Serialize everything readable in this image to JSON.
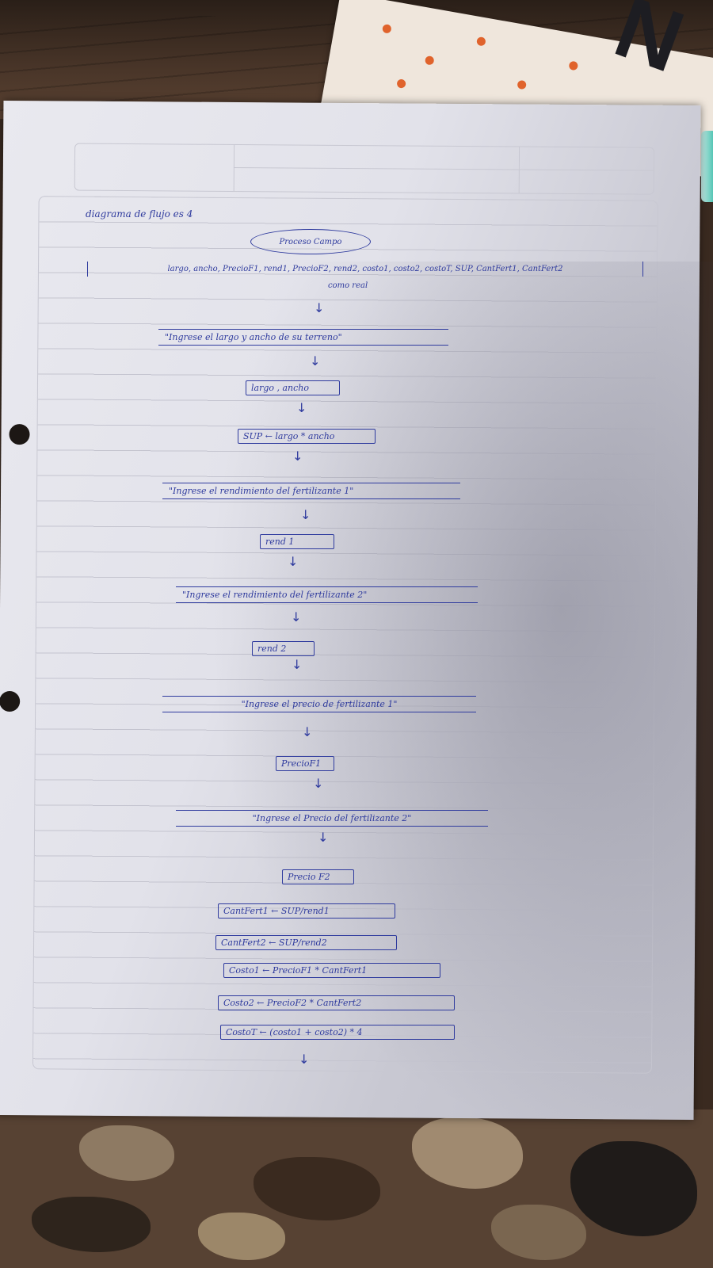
{
  "note": {
    "heading": "diagrama de flujo es 4",
    "start_oval": "Proceso Campo",
    "declaration": "largo, ancho, PrecioF1, rend1, PrecioF2, rend2, costo1, costo2, costoT, SUP, CantFert1, CantFert2",
    "declaration_type": "como real",
    "steps": [
      {
        "kind": "output",
        "text": "\"Ingrese el largo y ancho de su terreno\""
      },
      {
        "kind": "input",
        "text": "largo , ancho"
      },
      {
        "kind": "process",
        "text": "SUP ← largo * ancho"
      },
      {
        "kind": "output",
        "text": "\"Ingrese el rendimiento del fertilizante 1\""
      },
      {
        "kind": "input",
        "text": "rend 1"
      },
      {
        "kind": "output",
        "text": "\"Ingrese el rendimiento del fertilizante 2\""
      },
      {
        "kind": "input",
        "text": "rend 2"
      },
      {
        "kind": "output",
        "text": "\"Ingrese el precio de fertilizante 1\""
      },
      {
        "kind": "input",
        "text": "PrecioF1"
      },
      {
        "kind": "output",
        "text": "\"Ingrese el Precio del fertilizante 2\""
      },
      {
        "kind": "input",
        "text": "Precio F2"
      },
      {
        "kind": "process",
        "text": "CantFert1 ← SUP/rend1"
      },
      {
        "kind": "process",
        "text": "CantFert2 ← SUP/rend2"
      },
      {
        "kind": "process",
        "text": "Costo1 ← PrecioF1 * CantFert1"
      },
      {
        "kind": "process",
        "text": "Costo2 ← PrecioF2 * CantFert2"
      },
      {
        "kind": "process",
        "text": "CostoT ← (costo1 + costo2) * 4"
      }
    ],
    "ink_color": "#2f3b9e"
  }
}
